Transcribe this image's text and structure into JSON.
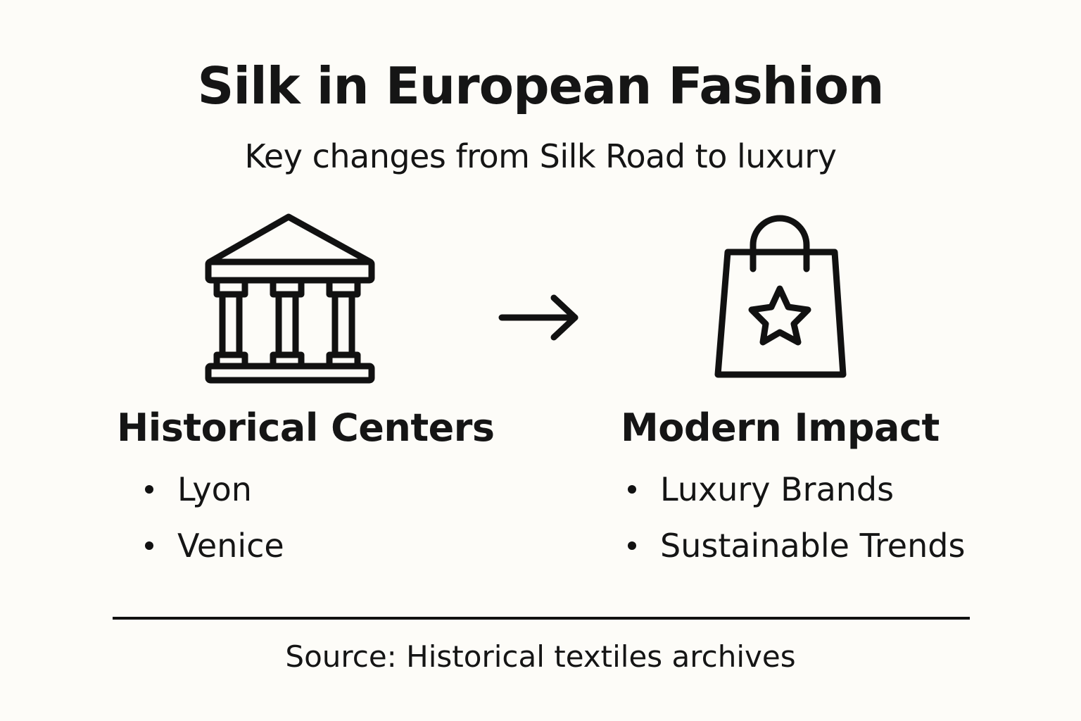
{
  "title": "Silk in European Fashion",
  "subtitle": "Key changes from Silk Road to luxury",
  "left": {
    "icon": "classical-building-icon",
    "heading": "Historical Centers",
    "items": [
      "Lyon",
      "Venice"
    ]
  },
  "connector": {
    "icon": "arrow-right-icon"
  },
  "right": {
    "icon": "shopping-bag-star-icon",
    "heading": "Modern Impact",
    "items": [
      "Luxury Brands",
      "Sustainable Trends"
    ]
  },
  "footer": {
    "source": "Source: Historical textiles archives"
  },
  "colors": {
    "background": "#fdfcf8",
    "ink": "#111111"
  }
}
